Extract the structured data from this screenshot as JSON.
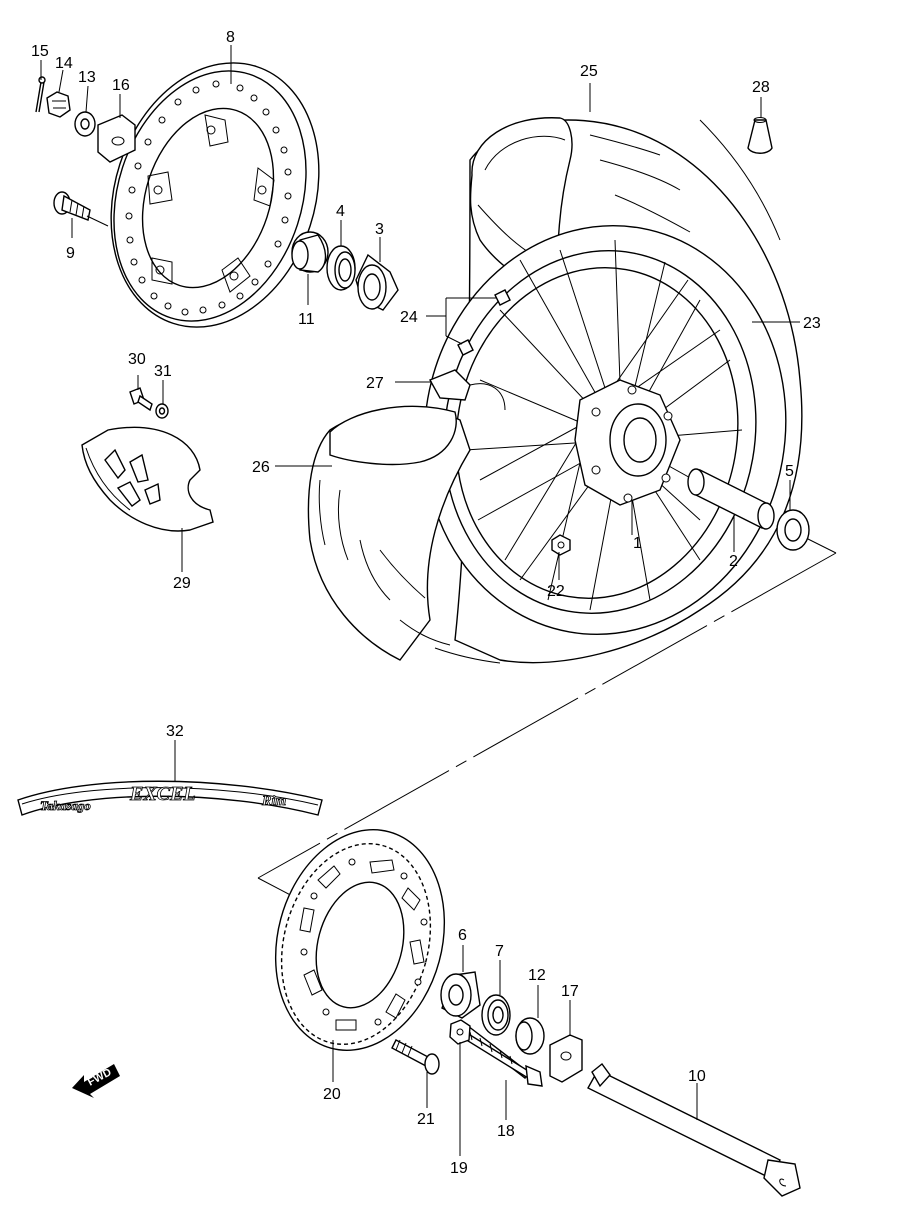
{
  "callouts": {
    "c1": "1",
    "c2": "2",
    "c3": "3",
    "c4": "4",
    "c5": "5",
    "c6": "6",
    "c7": "7",
    "c8": "8",
    "c9": "9",
    "c10": "10",
    "c11": "11",
    "c12": "12",
    "c13": "13",
    "c14": "14",
    "c15": "15",
    "c16": "16",
    "c17": "17",
    "c18": "18",
    "c19": "19",
    "c20": "20",
    "c21": "21",
    "c22": "22",
    "c23": "23",
    "c24": "24",
    "c25": "25",
    "c26": "26",
    "c27": "27",
    "c28": "28",
    "c29": "29",
    "c30": "30",
    "c31": "31",
    "c32": "32"
  },
  "decal": {
    "brand": "Takasago",
    "model": "EXCEL",
    "suffix": "Rim"
  },
  "direction_badge": {
    "label": "FWD"
  }
}
